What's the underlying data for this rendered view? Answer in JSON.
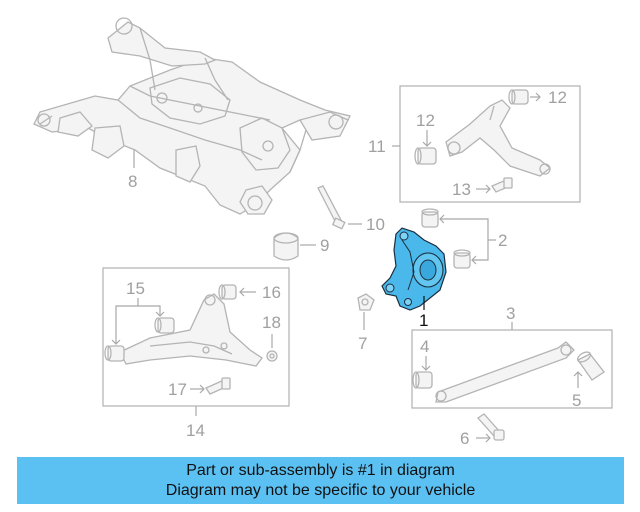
{
  "callouts": {
    "c1": "1",
    "c2": "2",
    "c3": "3",
    "c4": "4",
    "c5": "5",
    "c6": "6",
    "c7": "7",
    "c8": "8",
    "c9": "9",
    "c10": "10",
    "c11": "11",
    "c12": "12",
    "c13": "13",
    "c14": "14",
    "c15": "15",
    "c16": "16",
    "c17": "17",
    "c18": "18"
  },
  "banner": {
    "line1": "Part or sub-assembly is #1 in diagram",
    "line2": "Diagram may not be specific to your vehicle"
  },
  "colors": {
    "banner_bg": "#5bc0f2",
    "highlight_part": "#4ab8ea",
    "line_art": "#b4b4b4"
  }
}
